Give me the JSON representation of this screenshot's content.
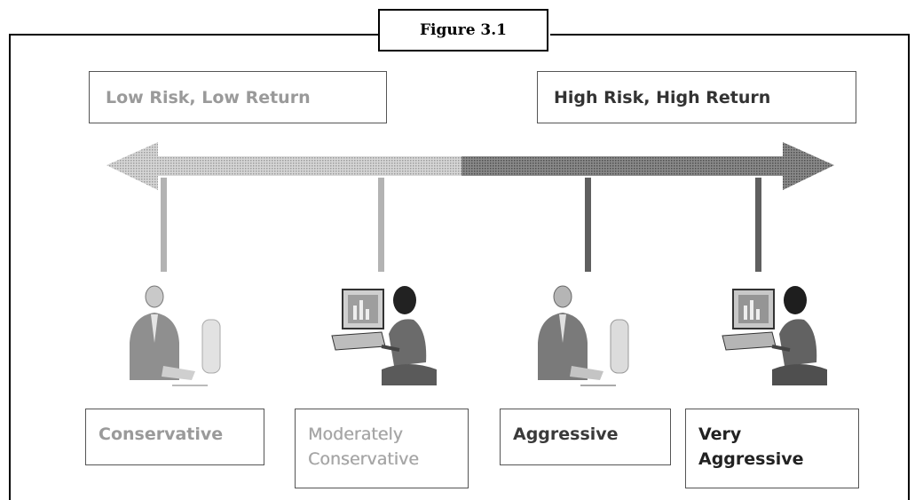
{
  "figure_label": "Figure 3.1",
  "risk_scale": {
    "low_label": "Low Risk, Low Return",
    "high_label": "High Risk, High Return"
  },
  "investors": [
    {
      "label": "Conservative",
      "figure_icon": "businessman-at-computer-icon"
    },
    {
      "label": "Moderately Conservative",
      "figure_icon": "woman-at-computer-icon"
    },
    {
      "label": "Aggressive",
      "figure_icon": "businessman-at-computer-icon"
    },
    {
      "label": "Very Aggressive",
      "figure_icon": "woman-at-computer-icon"
    }
  ],
  "colors": {
    "arrow_light": "#bdbdbd",
    "arrow_dark": "#6e6e6e",
    "stem_light": "#b3b3b3",
    "stem_dark": "#5f5f5f"
  }
}
